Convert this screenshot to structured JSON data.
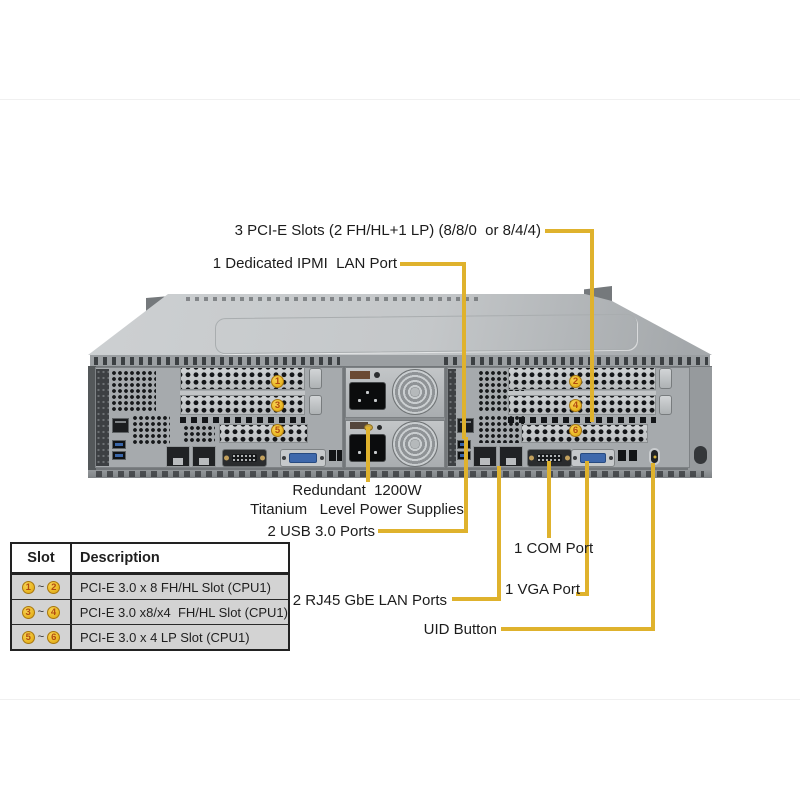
{
  "diagram": {
    "callouts": {
      "pcie_slots": "3 PCI-E Slots (2 FH/HL+1 LP) (8/8/0  or 8/4/4)",
      "ipmi_lan": "1 Dedicated IPMI  LAN Port",
      "psu": "Redundant  1200W\nTitanium   Level Power Supplies",
      "usb": "2 USB 3.0 Ports",
      "com": "1 COM Port",
      "vga": "1 VGA Port",
      "lan": "2 RJ45 GbE LAN Ports",
      "uid": "UID Button"
    },
    "markers": {
      "s1": "1",
      "s2": "2",
      "s3": "3",
      "s4": "4",
      "s5": "5",
      "s6": "6"
    },
    "colors": {
      "callout_line": "#DFB22D",
      "marker_fill": "#ECBA28",
      "marker_text": "#B24B10",
      "chassis_gray": "#C4C7C9"
    }
  },
  "table": {
    "headers": [
      "Slot",
      "Description"
    ],
    "rows": [
      {
        "from": "1",
        "tilde": "~",
        "to": "2",
        "description": "PCI-E 3.0 x 8 FH/HL Slot (CPU1)"
      },
      {
        "from": "3",
        "tilde": "~",
        "to": "4",
        "description": "PCI-E 3.0 x8/x4  FH/HL Slot (CPU1)"
      },
      {
        "from": "5",
        "tilde": "~",
        "to": "6",
        "description": "PCI-E 3.0 x 4 LP Slot (CPU1)"
      }
    ]
  }
}
